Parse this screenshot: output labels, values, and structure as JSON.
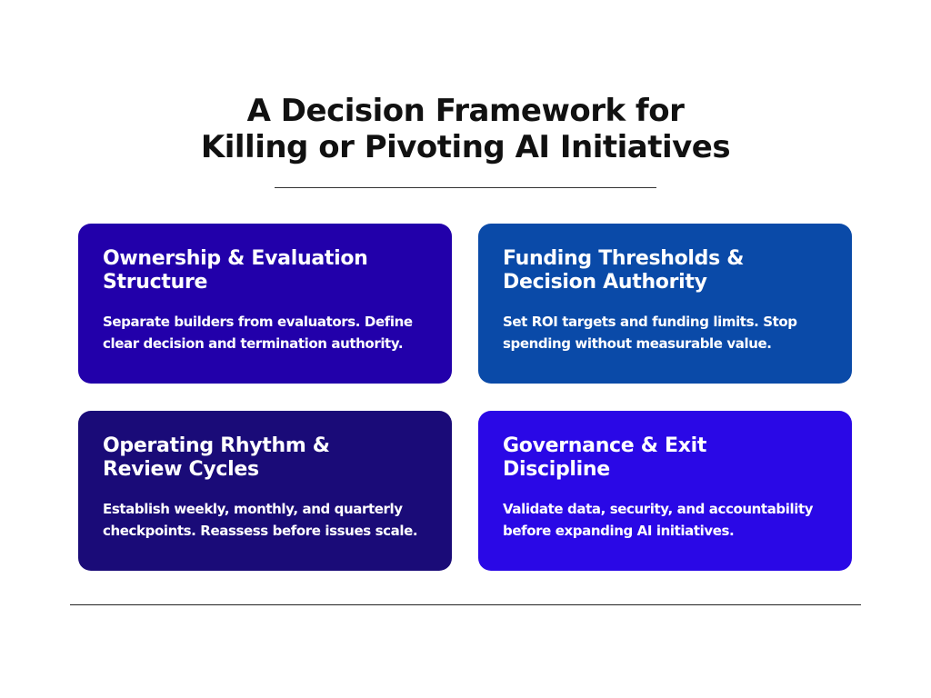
{
  "title": {
    "line1": "A Decision Framework for",
    "line2": "Killing or Pivoting AI Initiatives"
  },
  "colors": {
    "card_ownership": "#2200aa",
    "card_funding": "#0a4aa8",
    "card_operating": "#1a0b78",
    "card_governance": "#2a08e6",
    "text_dark": "#111111",
    "text_light": "#ffffff"
  },
  "cards": [
    {
      "title_line1": "Ownership & Evaluation",
      "title_line2": "Structure",
      "desc_line1": "Separate builders from evaluators. Define",
      "desc_line2": "clear decision and termination authority."
    },
    {
      "title_line1": "Funding Thresholds &",
      "title_line2": "Decision Authority",
      "desc_line1": "Set ROI targets and funding limits. Stop",
      "desc_line2": "spending without measurable value."
    },
    {
      "title_line1": "Operating Rhythm &",
      "title_line2": "Review Cycles",
      "desc_line1": "Establish weekly, monthly, and quarterly",
      "desc_line2": "checkpoints. Reassess before issues scale."
    },
    {
      "title_line1": "Governance & Exit",
      "title_line2": "Discipline",
      "desc_line1": "Validate data, security, and accountability",
      "desc_line2": "before expanding AI initiatives."
    }
  ]
}
